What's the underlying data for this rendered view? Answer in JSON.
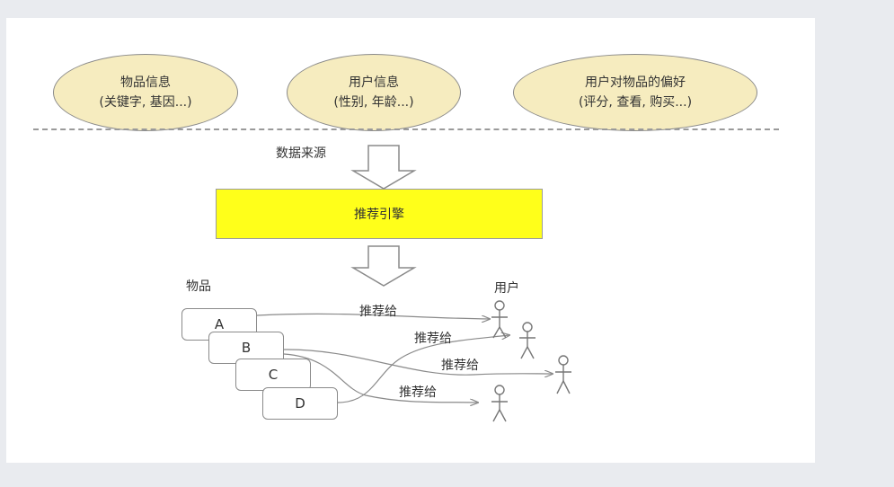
{
  "sources": {
    "item_info": {
      "title": "物品信息",
      "detail": "(关键字, 基因...)"
    },
    "user_info": {
      "title": "用户信息",
      "detail": "(性别, 年龄...)"
    },
    "preference": {
      "title": "用户对物品的偏好",
      "detail": "(评分, 查看, 购买...)"
    }
  },
  "source_label": "数据来源",
  "engine_label": "推荐引擎",
  "items_label": "物品",
  "users_label": "用户",
  "items": [
    "A",
    "B",
    "C",
    "D"
  ],
  "recommend_label": "推荐给",
  "colors": {
    "ellipse_fill": "#f6ecbf",
    "engine_fill": "#ffff1a",
    "background": "#e9ebef"
  }
}
